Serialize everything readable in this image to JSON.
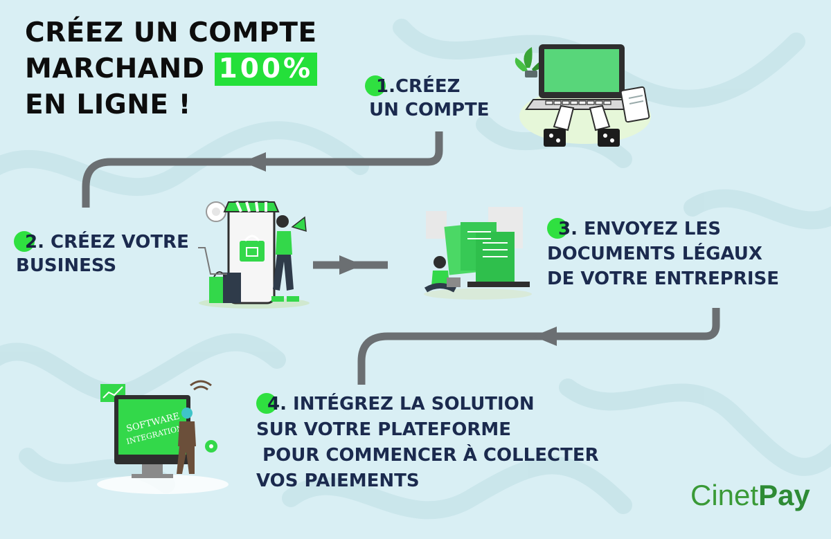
{
  "title": {
    "line1": "CRÉEZ UN COMPTE",
    "line2_prefix": "MARCHAND",
    "line2_highlight": "100%",
    "line3": "EN LIGNE !"
  },
  "steps": [
    {
      "number": "1.",
      "lines": [
        "CRÉEZ",
        "UN COMPTE"
      ]
    },
    {
      "number": "2.",
      "lines": [
        "CRÉEZ VOTRE",
        "BUSINESS"
      ]
    },
    {
      "number": "3.",
      "lines": [
        "ENVOYEZ LES",
        "DOCUMENTS LÉGAUX",
        "DE VOTRE ENTREPRISE"
      ]
    },
    {
      "number": "4.",
      "lines": [
        "INTÉGREZ LA SOLUTION",
        "SUR VOTRE PLATEFORME",
        " POUR COMMENCER À COLLECTER",
        "VOS PAIEMENTS"
      ]
    }
  ],
  "illustration_text": {
    "software": "SOFTWARE",
    "integration": "INTEGRATION"
  },
  "logo": {
    "part1": "Cinet",
    "part2": "Pay"
  },
  "colors": {
    "background": "#d9eff4",
    "accent_green": "#24e03a",
    "heading": "#0d0d0d",
    "step_text": "#1b2a4e",
    "arrow": "#6b6f72",
    "logo_green": "#3a9a37"
  }
}
